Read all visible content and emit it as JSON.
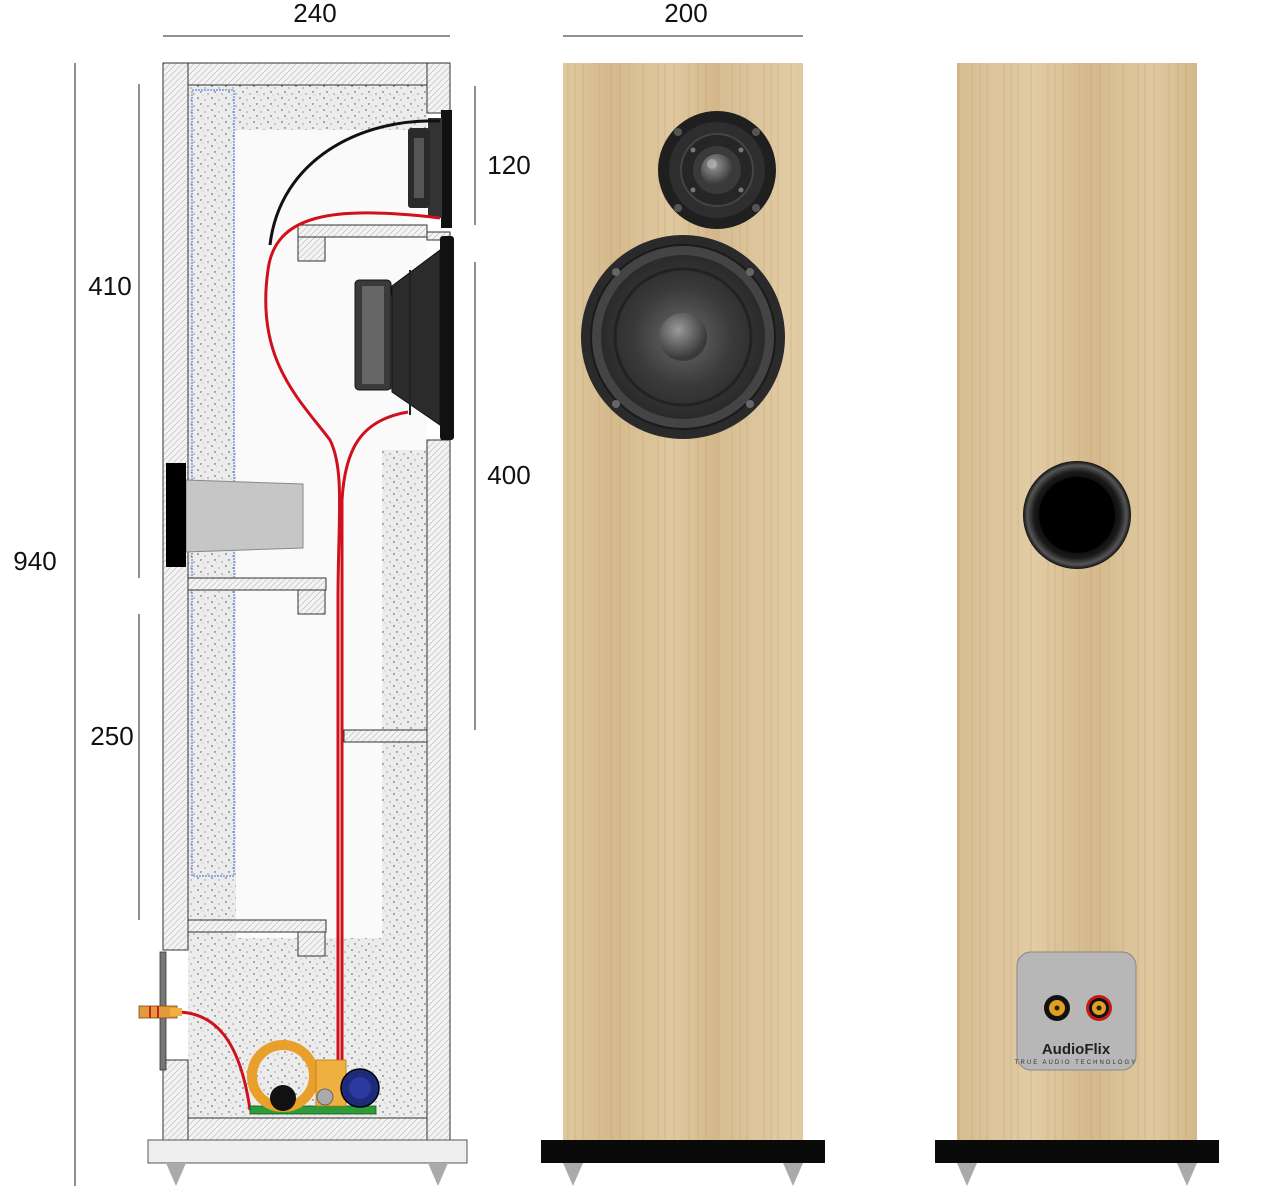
{
  "dimensions": {
    "cabinet_depth": "240",
    "cabinet_width": "200",
    "total_height": "940",
    "upper_chamber": "410",
    "lower_chamber": "250",
    "tweeter_zone": "120",
    "woofer_zone": "400"
  },
  "rear_panel": {
    "brand": "AudioFlix",
    "tagline": "TRUE AUDIO TECHNOLOGY"
  },
  "colors": {
    "wood": "#dcc59c",
    "wood_grain": "#c9ad7f",
    "foam": "#e9e9e9",
    "wire_red": "#d0101c",
    "wire_black": "#111111",
    "plinth": "#0a0a0a",
    "terminal_plate": "#b7b7b7",
    "coil": "#e8a02a"
  },
  "icons": {
    "tweeter": "tweeter-icon",
    "woofer": "woofer-icon",
    "bass_port": "bass-port-icon",
    "binding_posts": "binding-post-icon",
    "spike_feet": "spike-foot-icon"
  }
}
